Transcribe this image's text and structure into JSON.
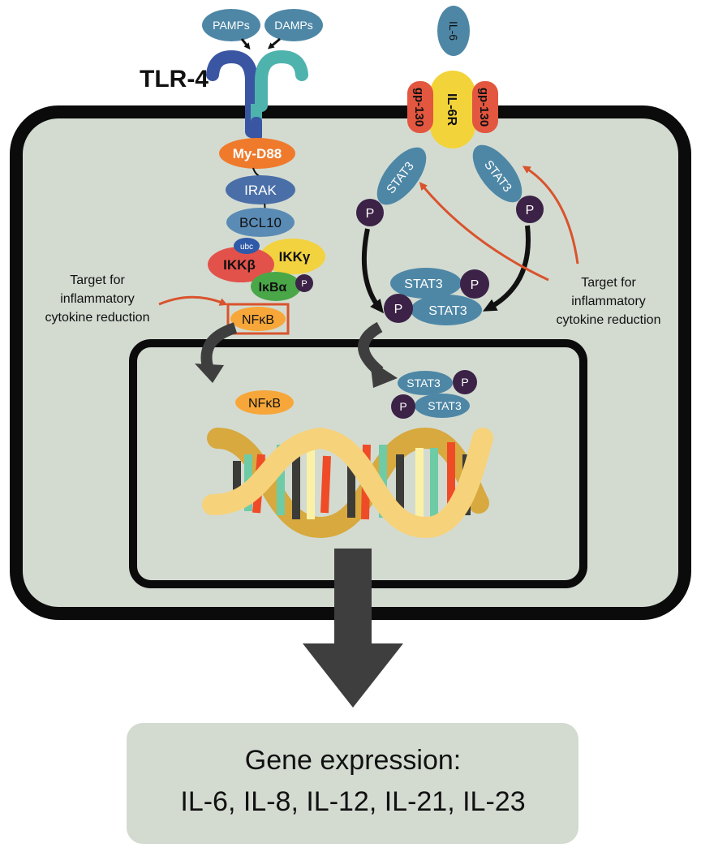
{
  "receptors": {
    "tlr4": "TLR-4",
    "pamps": "PAMPs",
    "damps": "DAMPs",
    "il6": "IL-6",
    "gp130": "gp-130",
    "il6r": "IL-6R"
  },
  "nfkb_pathway": {
    "myd88": "My-D88",
    "irak": "IRAK",
    "bcl10": "BCL10",
    "ubc": "ubc",
    "ikkb": "IKKβ",
    "ikkg": "IKKγ",
    "ikba": "IκBα",
    "p": "P",
    "nfkb": "NFκB",
    "nucleus_nfkb": "NFκB"
  },
  "stat_pathway": {
    "stat3": "STAT3",
    "p": "P"
  },
  "targets": {
    "left": [
      "Target for",
      "inflammatory",
      "cytokine reduction"
    ],
    "right": [
      "Target for",
      "inflammatory",
      "cytokine reduction"
    ]
  },
  "output": {
    "title": "Gene expression:",
    "genes": "IL-6, IL-8, IL-12, IL-21, IL-23"
  },
  "colors": {
    "cell_fill": "#d3dbd1",
    "membrane": "#0b0b0b",
    "tlr_dark": "#3a56a3",
    "tlr_teal": "#4fb3ad",
    "steel_blue": "#4e87a6",
    "myd88_orange": "#ef7a2c",
    "irak_blue": "#4a6fa8",
    "bcl10_blue": "#5a8bb5",
    "ikkb_red": "#e2524b",
    "ikkg_yellow": "#f2d23e",
    "ikba_green": "#4aa748",
    "p_purple": "#3c2247",
    "nfkb_orange": "#f7a739",
    "il6r_yellow": "#f3d33a",
    "gp130_red": "#e3563f",
    "arrow_red": "#d9532d",
    "arrow_dark": "#3e3e3e",
    "dna_yellow": "#f6d27a",
    "output_box": "#d3dbd1"
  }
}
